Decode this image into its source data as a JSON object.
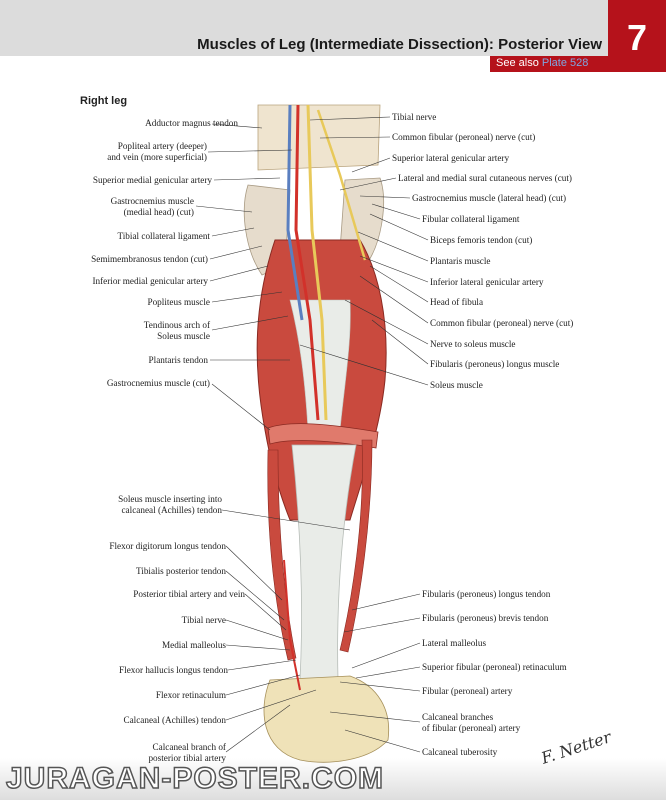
{
  "header": {
    "title": "Muscles of Leg (Intermediate Dissection): Posterior View",
    "chapter_number": "7",
    "see_also_prefix": "See also",
    "see_also_plate": "Plate 528"
  },
  "section_label": "Right leg",
  "labels_left": [
    "Adductor magnus tendon",
    "Popliteal artery (deeper)\nand vein (more superficial)",
    "Superior medial genicular artery",
    "Gastrocnemius muscle\n(medial head) (cut)",
    "Tibial collateral ligament",
    "Semimembranosus tendon (cut)",
    "Inferior medial genicular artery",
    "Popliteus muscle",
    "Tendinous arch of\nSoleus muscle",
    "Plantaris tendon",
    "Gastrocnemius muscle (cut)",
    "Soleus muscle inserting into\ncalcaneal (Achilles) tendon",
    "Flexor digitorum longus tendon",
    "Tibialis posterior tendon",
    "Posterior tibial artery and vein",
    "Tibial nerve",
    "Medial malleolus",
    "Flexor hallucis longus tendon",
    "Flexor retinaculum",
    "Calcaneal (Achilles) tendon",
    "Calcaneal branch of\nposterior tibial artery"
  ],
  "labels_right": [
    "Tibial nerve",
    "Common fibular (peroneal) nerve (cut)",
    "Superior lateral genicular artery",
    "Lateral and medial sural cutaneous nerves (cut)",
    "Gastrocnemius muscle (lateral head) (cut)",
    "Fibular collateral ligament",
    "Biceps femoris tendon (cut)",
    "Plantaris muscle",
    "Inferior lateral genicular artery",
    "Head of fibula",
    "Common fibular (peroneal) nerve (cut)",
    "Nerve to soleus muscle",
    "Fibularis (peroneus) longus muscle",
    "Soleus muscle",
    "Fibularis (peroneus) longus tendon",
    "Fibularis (peroneus) brevis tendon",
    "Lateral malleolus",
    "Superior fibular (peroneal) retinaculum",
    "Fibular (peroneal) artery",
    "Calcaneal branches\nof fibular (peroneal) artery",
    "Calcaneal tuberosity"
  ],
  "signature_text": "F. Netter",
  "watermark_text": "JURAGAN-POSTER.COM",
  "colors": {
    "accent_red": "#b5121b",
    "header_gray": "#dcdcdc",
    "muscle_red": "#c94a3e",
    "tendon_white": "#e9ece8",
    "nerve_yellow": "#e8c95a",
    "artery_red": "#d2312a",
    "vein_blue": "#5a7fc0"
  }
}
